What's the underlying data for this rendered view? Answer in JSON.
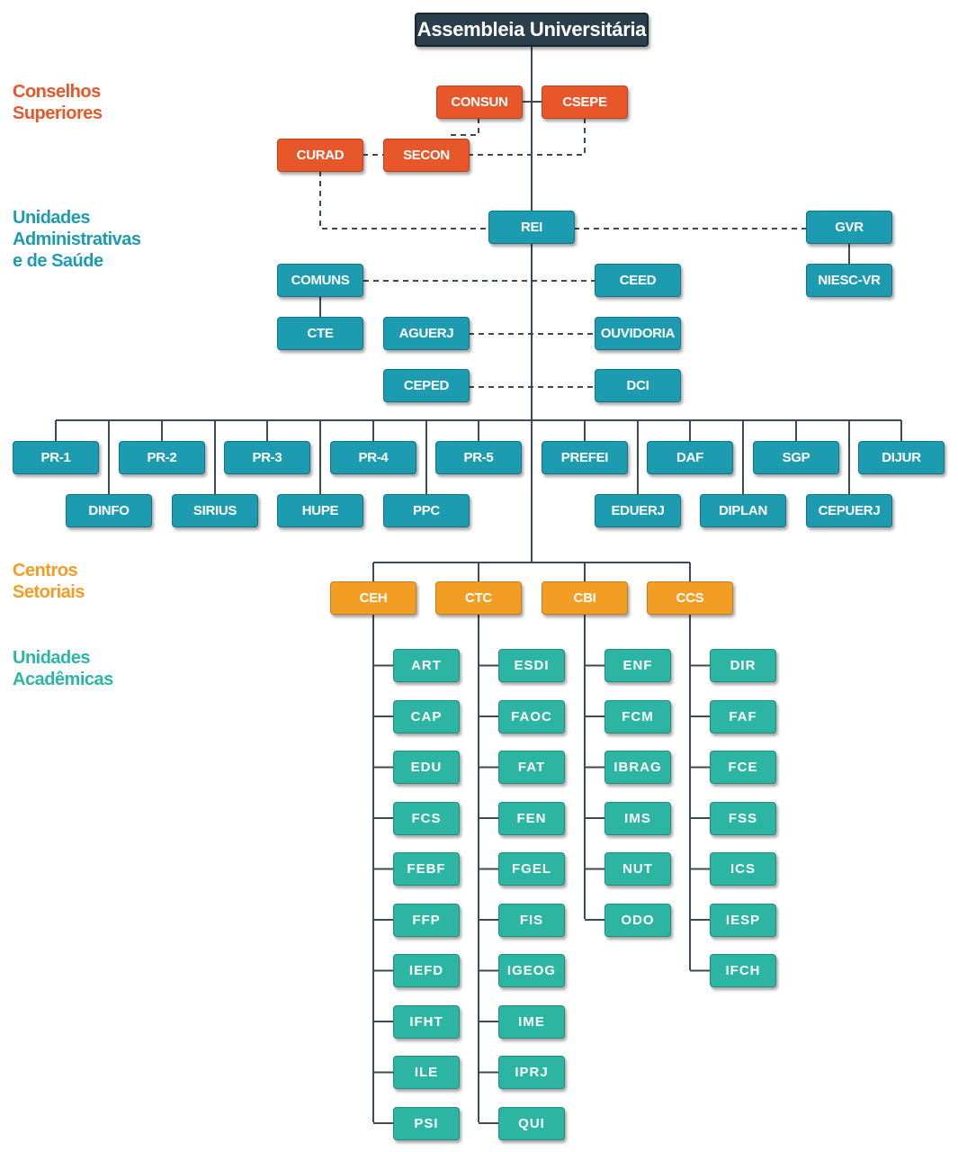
{
  "title": "Assembleia Universitária",
  "sections": {
    "conselhos": [
      "Conselhos",
      "Superiores"
    ],
    "administrativas": [
      "Unidades",
      "Administrativas",
      "e de Saúde"
    ],
    "centros": [
      "Centros",
      "Setoriais"
    ],
    "academicas": [
      "Unidades",
      "Acadêmicas"
    ]
  },
  "councils": [
    "CONSUN",
    "CSEPE",
    "CURAD",
    "SECON"
  ],
  "admin": {
    "rei": "REI",
    "gvr": "GVR",
    "niesc": "NIESC-VR",
    "comuns": "COMUNS",
    "ceed": "CEED",
    "cte": "CTE",
    "aguerj": "AGUERJ",
    "ouvidoria": "OUVIDORIA",
    "ceped": "CEPED",
    "dci": "DCI"
  },
  "row_top": [
    "PR-1",
    "PR-2",
    "PR-3",
    "PR-4",
    "PR-5",
    "PREFEI",
    "DAF",
    "SGP",
    "DIJUR"
  ],
  "row_bottom": [
    "DINFO",
    "SIRIUS",
    "HUPE",
    "PPC",
    "EDUERJ",
    "DIPLAN",
    "CEPUERJ"
  ],
  "centers": [
    {
      "name": "CEH",
      "units": [
        "ART",
        "CAP",
        "EDU",
        "FCS",
        "FEBF",
        "FFP",
        "IEFD",
        "IFHT",
        "ILE",
        "PSI"
      ]
    },
    {
      "name": "CTC",
      "units": [
        "ESDI",
        "FAOC",
        "FAT",
        "FEN",
        "FGEL",
        "FIS",
        "IGEOG",
        "IME",
        "IPRJ",
        "QUI"
      ]
    },
    {
      "name": "CBI",
      "units": [
        "ENF",
        "FCM",
        "IBRAG",
        "IMS",
        "NUT",
        "ODO"
      ]
    },
    {
      "name": "CCS",
      "units": [
        "DIR",
        "FAF",
        "FCE",
        "FSS",
        "ICS",
        "IESP",
        "IFCH"
      ]
    }
  ]
}
